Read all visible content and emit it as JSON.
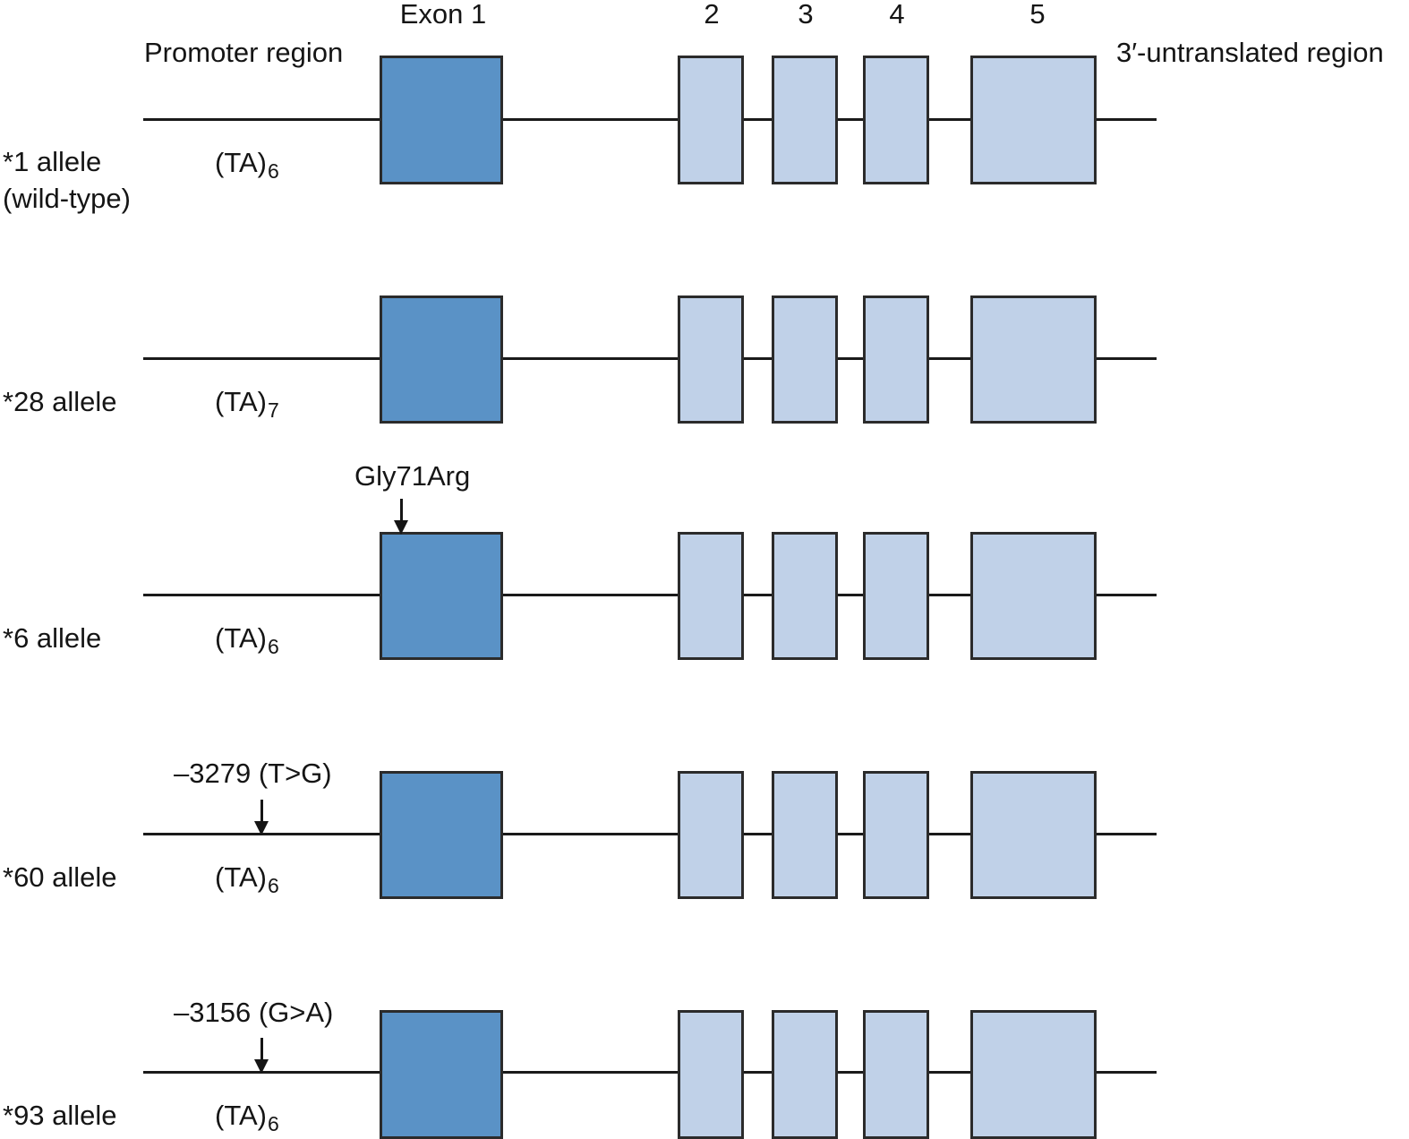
{
  "figure": {
    "title": "UGT1A1 gene allele structure diagram",
    "colors": {
      "exon1_fill": "#5a92c6",
      "exon_other_fill": "#c0d1e8",
      "outline": "#2b2b2b",
      "line": "#1a1a1a",
      "text": "#151515",
      "background": "#ffffff"
    }
  },
  "header": {
    "promoter_label": "Promoter region",
    "utr_label": "3′-untranslated region",
    "exon_labels": [
      {
        "name": "exon-1",
        "text": "Exon 1"
      },
      {
        "name": "exon-2",
        "text": "2"
      },
      {
        "name": "exon-3",
        "text": "3"
      },
      {
        "name": "exon-4",
        "text": "4"
      },
      {
        "name": "exon-5",
        "text": "5"
      }
    ]
  },
  "rows": [
    {
      "id": "allele-1",
      "allele_line1": "*1 allele",
      "allele_line2": "(wild-type)",
      "ta_text": "(TA)",
      "ta_sub": "6",
      "mutation": null
    },
    {
      "id": "allele-28",
      "allele_line1": "*28 allele",
      "allele_line2": "",
      "ta_text": "(TA)",
      "ta_sub": "7",
      "mutation": null
    },
    {
      "id": "allele-6",
      "allele_line1": "*6 allele",
      "allele_line2": "",
      "ta_text": "(TA)",
      "ta_sub": "6",
      "mutation": {
        "label": "Gly71Arg",
        "target": "exon-1"
      }
    },
    {
      "id": "allele-60",
      "allele_line1": "*60 allele",
      "allele_line2": "",
      "ta_text": "(TA)",
      "ta_sub": "6",
      "mutation": {
        "label": "–3279 (T>G)",
        "target": "promoter"
      }
    },
    {
      "id": "allele-93",
      "allele_line1": "*93 allele",
      "allele_line2": "",
      "ta_text": "(TA)",
      "ta_sub": "6",
      "mutation": {
        "label": "–3156 (G>A)",
        "target": "promoter"
      }
    }
  ]
}
